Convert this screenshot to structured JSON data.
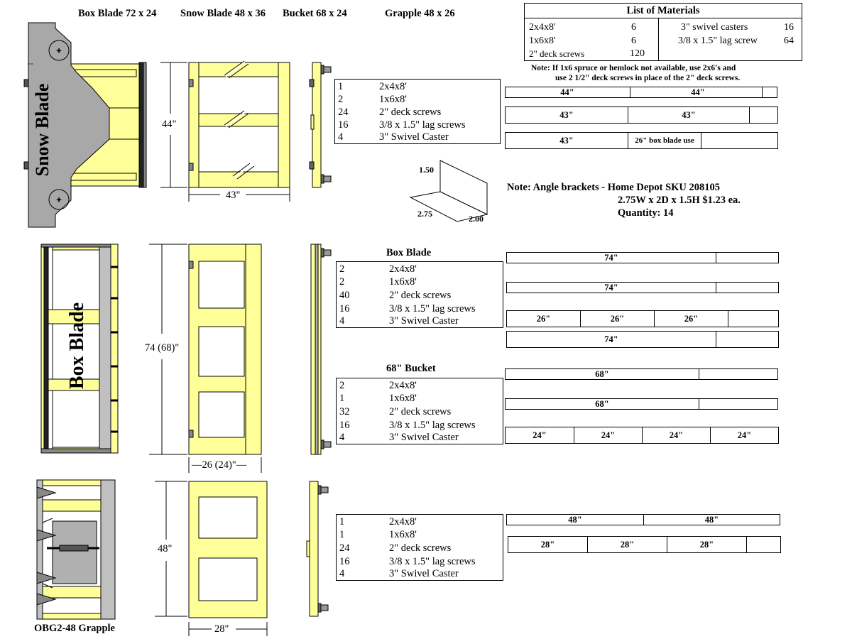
{
  "header": {
    "box_blade": "Box Blade 72 x 24",
    "snow_blade": "Snow Blade  48 x 36",
    "bucket": "Bucket  68 x 24",
    "grapple": "Grapple  48 x 26"
  },
  "materials": {
    "title": "List of Materials",
    "left": [
      [
        "2x4x8'",
        "6"
      ],
      [
        "1x6x8'",
        "6"
      ],
      [
        "2\" deck screws",
        "120"
      ]
    ],
    "right": [
      [
        "3\" swivel casters",
        "16"
      ],
      [
        "3/8 x 1.5\" lag screw",
        "64"
      ]
    ],
    "note_line1": "Note: If 1x6 spruce or hemlock not available, use 2x6's and",
    "note_line2": "use 2 1/2\" deck screws in place of the 2\" deck screws."
  },
  "snow": {
    "label": "Snow Blade",
    "height_dim": "44\"",
    "width_dim": "43\"",
    "parts": [
      [
        "1",
        "2x4x8'"
      ],
      [
        "2",
        "1x6x8'"
      ],
      [
        "24",
        "2\" deck screws"
      ],
      [
        "16",
        "3/8 x 1.5\" lag screws"
      ],
      [
        "4",
        "3\" Swivel Caster"
      ]
    ],
    "cuts": [
      [
        "44\"",
        "44\""
      ],
      [
        "43\"",
        "43\""
      ],
      [
        "43\"",
        "26\" box blade use"
      ]
    ]
  },
  "bracket": {
    "h": "1.50",
    "w": "2.75",
    "d": "2.00",
    "note_line1": "Note: Angle brackets - Home Depot SKU 208105",
    "note_line2": "2.75W x 2D x 1.5H $1.23 ea.",
    "note_line3": "Quantity: 14"
  },
  "box": {
    "label": "Box Blade",
    "title": "Box Blade",
    "height_dim": "74 (68)\"",
    "width_dim": "26 (24)\"",
    "parts": [
      [
        "2",
        "2x4x8'"
      ],
      [
        "2",
        "1x6x8'"
      ],
      [
        "40",
        "2\" deck screws"
      ],
      [
        "16",
        "3/8 x 1.5\" lag screws"
      ],
      [
        "4",
        "3\" Swivel Caster"
      ]
    ],
    "cuts": [
      [
        "74\""
      ],
      [
        "74\""
      ],
      [
        "26\"",
        "26\"",
        "26\""
      ],
      [
        "74\""
      ]
    ]
  },
  "bucket": {
    "title": "68\" Bucket",
    "parts": [
      [
        "2",
        "2x4x8'"
      ],
      [
        "1",
        "1x6x8'"
      ],
      [
        "32",
        "2\" deck screws"
      ],
      [
        "16",
        "3/8 x 1.5\" lag screws"
      ],
      [
        "4",
        "3\" Swivel Caster"
      ]
    ],
    "cuts": [
      [
        "68\""
      ],
      [
        "68\""
      ],
      [
        "24\"",
        "24\"",
        "24\"",
        "24\""
      ]
    ]
  },
  "grapple": {
    "label": "OBG2-48 Grapple",
    "height_dim": "48\"",
    "width_dim": "28\"",
    "parts": [
      [
        "1",
        "2x4x8'"
      ],
      [
        "1",
        "1x6x8'"
      ],
      [
        "24",
        "2\" deck screws"
      ],
      [
        "16",
        "3/8 x 1.5\" lag screws"
      ],
      [
        "4",
        "3\" Swivel Caster"
      ]
    ],
    "cuts": [
      [
        "48\"",
        "48\""
      ],
      [
        "28\"",
        "28\"",
        "28\""
      ]
    ]
  },
  "colors": {
    "wood": "#ffff99",
    "steel": "#c0c0c0",
    "ink": "#000000",
    "blade": "#a8a8a8"
  }
}
